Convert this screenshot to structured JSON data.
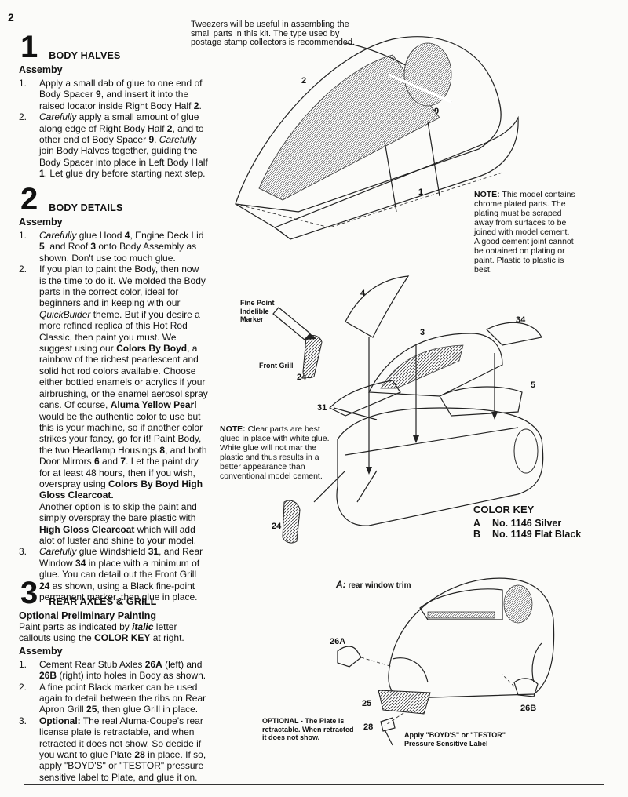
{
  "page_number": "2",
  "tweezers_note": [
    "Tweezers will be useful in assembling the",
    "small parts in this kit. The type used by",
    "postage stamp collectors is recommended."
  ],
  "step1": {
    "number": "1",
    "title": "BODY HALVES",
    "subtitle": "Assemby",
    "items": [
      {
        "n": "1.",
        "lines": [
          "Apply a small dab of glue to one end of",
          "Body Spacer <b>9</b>, and insert it into the",
          "raised locator inside Right Body Half <b>2</b>."
        ]
      },
      {
        "n": "2.",
        "lines": [
          "<i>Carefully</i> apply a small amount of glue",
          "along edge of Right Body Half <b>2</b>, and to",
          "other end of Body Spacer <b>9</b>. <i>Carefully</i>",
          "join Body Halves together,  guiding the",
          "Body Spacer into place in Left Body Half",
          "<b>1</b>.  Let glue dry before starting next step."
        ]
      }
    ]
  },
  "step2": {
    "number": "2",
    "title": "BODY DETAILS",
    "subtitle": "Assemby",
    "items": [
      {
        "n": "1.",
        "lines": [
          "<i>Carefully</i> glue Hood <b>4</b>, Engine Deck Lid",
          "<b>5</b>, and Roof <b>3</b> onto Body Assembly as",
          "shown.  Don't use too much glue."
        ]
      },
      {
        "n": "2.",
        "lines": [
          "If you plan to paint the Body, then now",
          "is the time to do it.  We molded the Body",
          "parts in the correct color, ideal for",
          "beginners and in keeping with our",
          "<i>QuickBuider</i> theme.  But if you desire a",
          "more refined replica of this Hot Rod",
          "Classic, then paint you must.  We",
          "suggest using our <b>Colors By Boyd</b>, a",
          "rainbow of the richest pearlescent and",
          "solid hot rod colors available.  Choose",
          "either bottled enamels or acrylics if your",
          "airbrushing, or the enamel aerosol spray",
          "cans.  Of course, <b>Aluma Yellow Pearl</b>",
          "would be the authentic color to use but",
          "this is your machine, so if another color",
          "strikes your fancy, go for it!  Paint  Body,",
          "the two Headlamp Housings <b>8</b>, and both",
          "Door Mirrors <b>6</b> and <b>7</b>.  Let the paint dry",
          "for at least 48 hours, then if you wish,",
          "overspray  using <b>Colors By Boyd High</b>",
          "<b>Gloss Clearcoat.</b>",
          "Another option is to skip the paint and",
          "simply overspray the bare plastic with",
          "<b>High Gloss Clearcoat</b> which will add",
          "alot of luster and shine to your model."
        ]
      },
      {
        "n": "3.",
        "lines": [
          "<i>Carefully</i> glue Windshield <b>31</b>, and Rear",
          "Window <b>34</b> in place with a minimum of",
          "glue.  You can detail out the Front Grill",
          "<b>24</b> as shown, using a Black fine-point",
          "permanent marker, then glue in place."
        ]
      }
    ]
  },
  "step3": {
    "number": "3",
    "title": "REAR AXLES & GRILL",
    "subtitle1": "Optional Preliminary Painting",
    "paint_lines": [
      "Paint parts as indicated by <b><i>italic</i></b> letter",
      "callouts using the <b>COLOR KEY</b> at right."
    ],
    "subtitle2": "Assemby",
    "items": [
      {
        "n": "1.",
        "lines": [
          "Cement Rear Stub Axles <b>26A</b> (left) and",
          "<b>26B</b> (right) into holes in Body as shown."
        ]
      },
      {
        "n": "2.",
        "lines": [
          "A fine point Black marker can be used",
          "again to detail between the ribs on Rear",
          "Apron Grill <b>25</b>, then glue Grill in place."
        ]
      },
      {
        "n": "3.",
        "lines": [
          "<b>Optional:</b> The real Aluma-Coupe's  rear",
          "license plate is retractable, and when",
          "retracted it does not show.  So decide if",
          "you want to glue Plate <b>28</b> in place.  If so,",
          "apply  \"BOYD'S\" or \"TESTOR\" pressure",
          "sensitive label to Plate, and glue it on."
        ]
      }
    ]
  },
  "chrome_note": [
    "<b>NOTE:</b>  This model contains",
    "chrome plated parts.  The",
    "plating must be scraped",
    "away from surfaces to be",
    "joined with model cement.",
    "A good cement joint cannot",
    "be obtained on plating or",
    "paint.  Plastic to plastic is",
    "best."
  ],
  "clear_note": [
    "<b>NOTE:</b>  Clear parts are best",
    "glued in place with white glue.",
    "White glue will not mar the",
    "plastic and thus results in a",
    "better appearance than",
    "conventional model cement."
  ],
  "marker_label": [
    "Fine Point",
    "Indelible",
    "Marker"
  ],
  "front_grill_label": "Front Grill",
  "color_key": {
    "title": "COLOR KEY",
    "rows": [
      {
        "letter": "A",
        "text": "No. 1146 Silver"
      },
      {
        "letter": "B",
        "text": "No. 1149 Flat Black"
      }
    ]
  },
  "rear_trim": {
    "letter": "A:",
    "text": "rear window trim"
  },
  "plate_optional": [
    "OPTIONAL - The Plate is",
    "retractable.  When retracted",
    "it does not show."
  ],
  "apply_label": [
    "Apply \"BOYD'S\" or \"TESTOR\"",
    "Pressure Sensitive Label"
  ],
  "part_callouts": {
    "p1": "1",
    "p2": "2",
    "p9": "9",
    "p3": "3",
    "p4": "4",
    "p5": "5",
    "p34": "34",
    "p31": "31",
    "p24a": "24",
    "p24b": "24",
    "p26a": "26A",
    "p26b": "26B",
    "p25": "25",
    "p28": "28"
  }
}
